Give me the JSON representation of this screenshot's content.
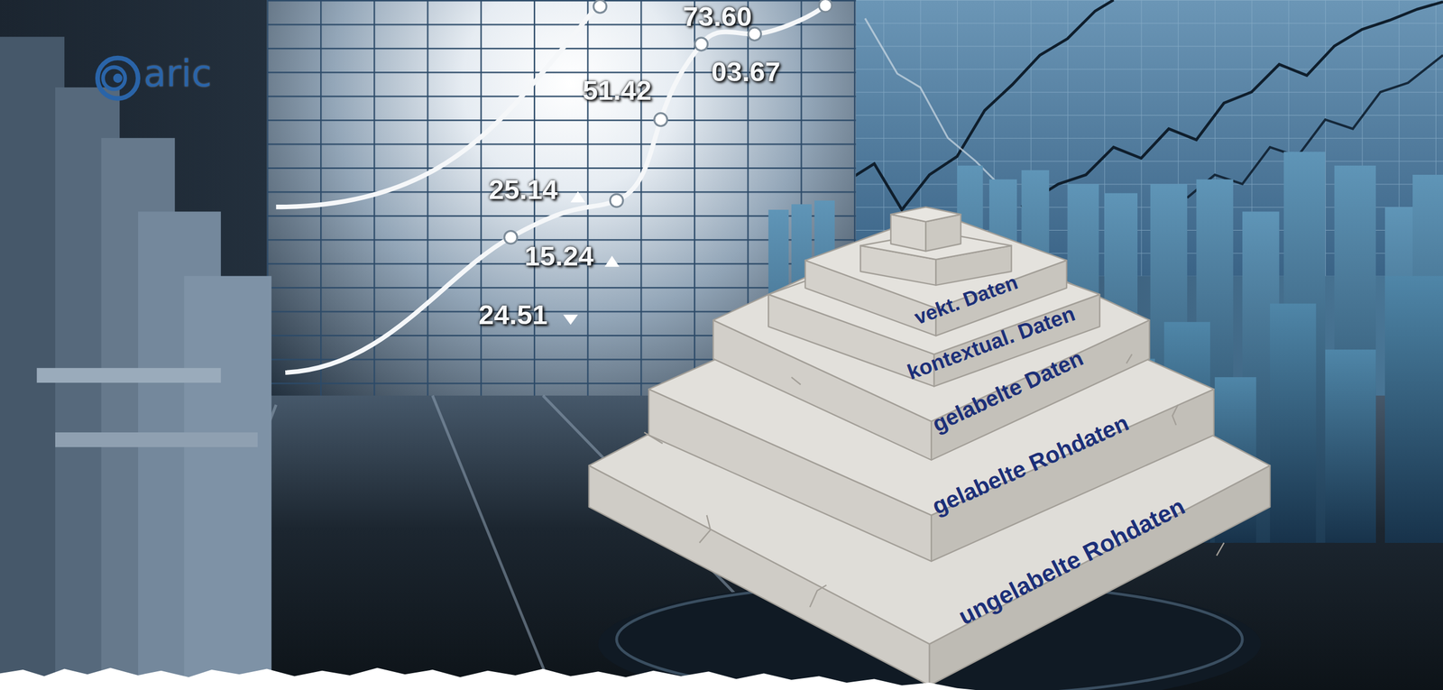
{
  "diagram": {
    "nodes": [
      {
        "text": [
          "vekt. Daten"
        ]
      },
      {
        "text": [
          "kontextual. Daten"
        ]
      },
      {
        "text": [
          "gelabelte Daten"
        ]
      },
      {
        "text": [
          "gelabelte Rohdaten"
        ]
      },
      {
        "text": [
          "ungelabelte Rohdaten"
        ]
      }
    ],
    "labels": [
      "aric",
      "73.60",
      "51.42",
      "03.67",
      "25.14",
      "15.24",
      "24.51"
    ]
  }
}
